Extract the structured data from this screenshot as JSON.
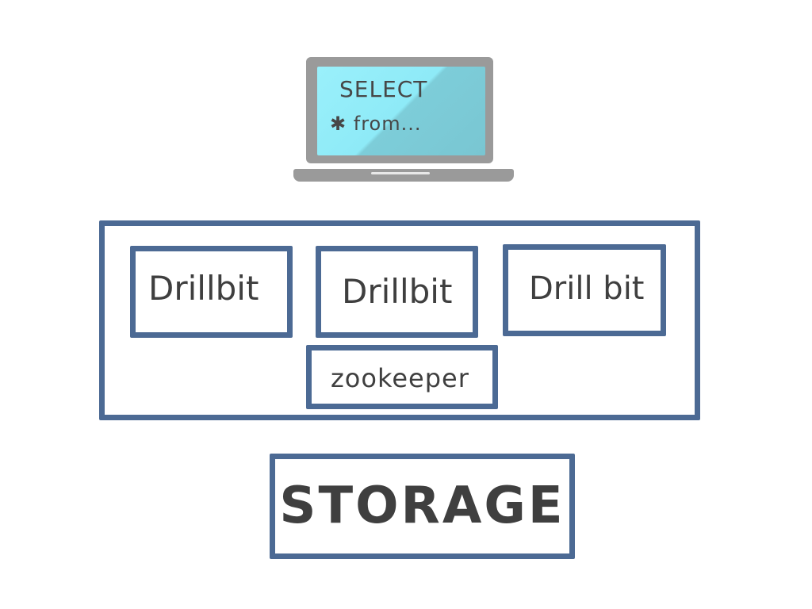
{
  "laptop": {
    "query_line_1": "SELECT",
    "query_line_2": "✱ from..."
  },
  "cluster": {
    "drillbits": [
      "Drillbit",
      "Drillbit",
      "Drill bit"
    ],
    "zookeeper": "zookeeper"
  },
  "storage": {
    "label": "STORAGE"
  },
  "colors": {
    "box_border": "#4c6a94",
    "laptop_frame": "#9a9a9a",
    "screen": "#9af0fb",
    "text": "#3f3f3f"
  }
}
